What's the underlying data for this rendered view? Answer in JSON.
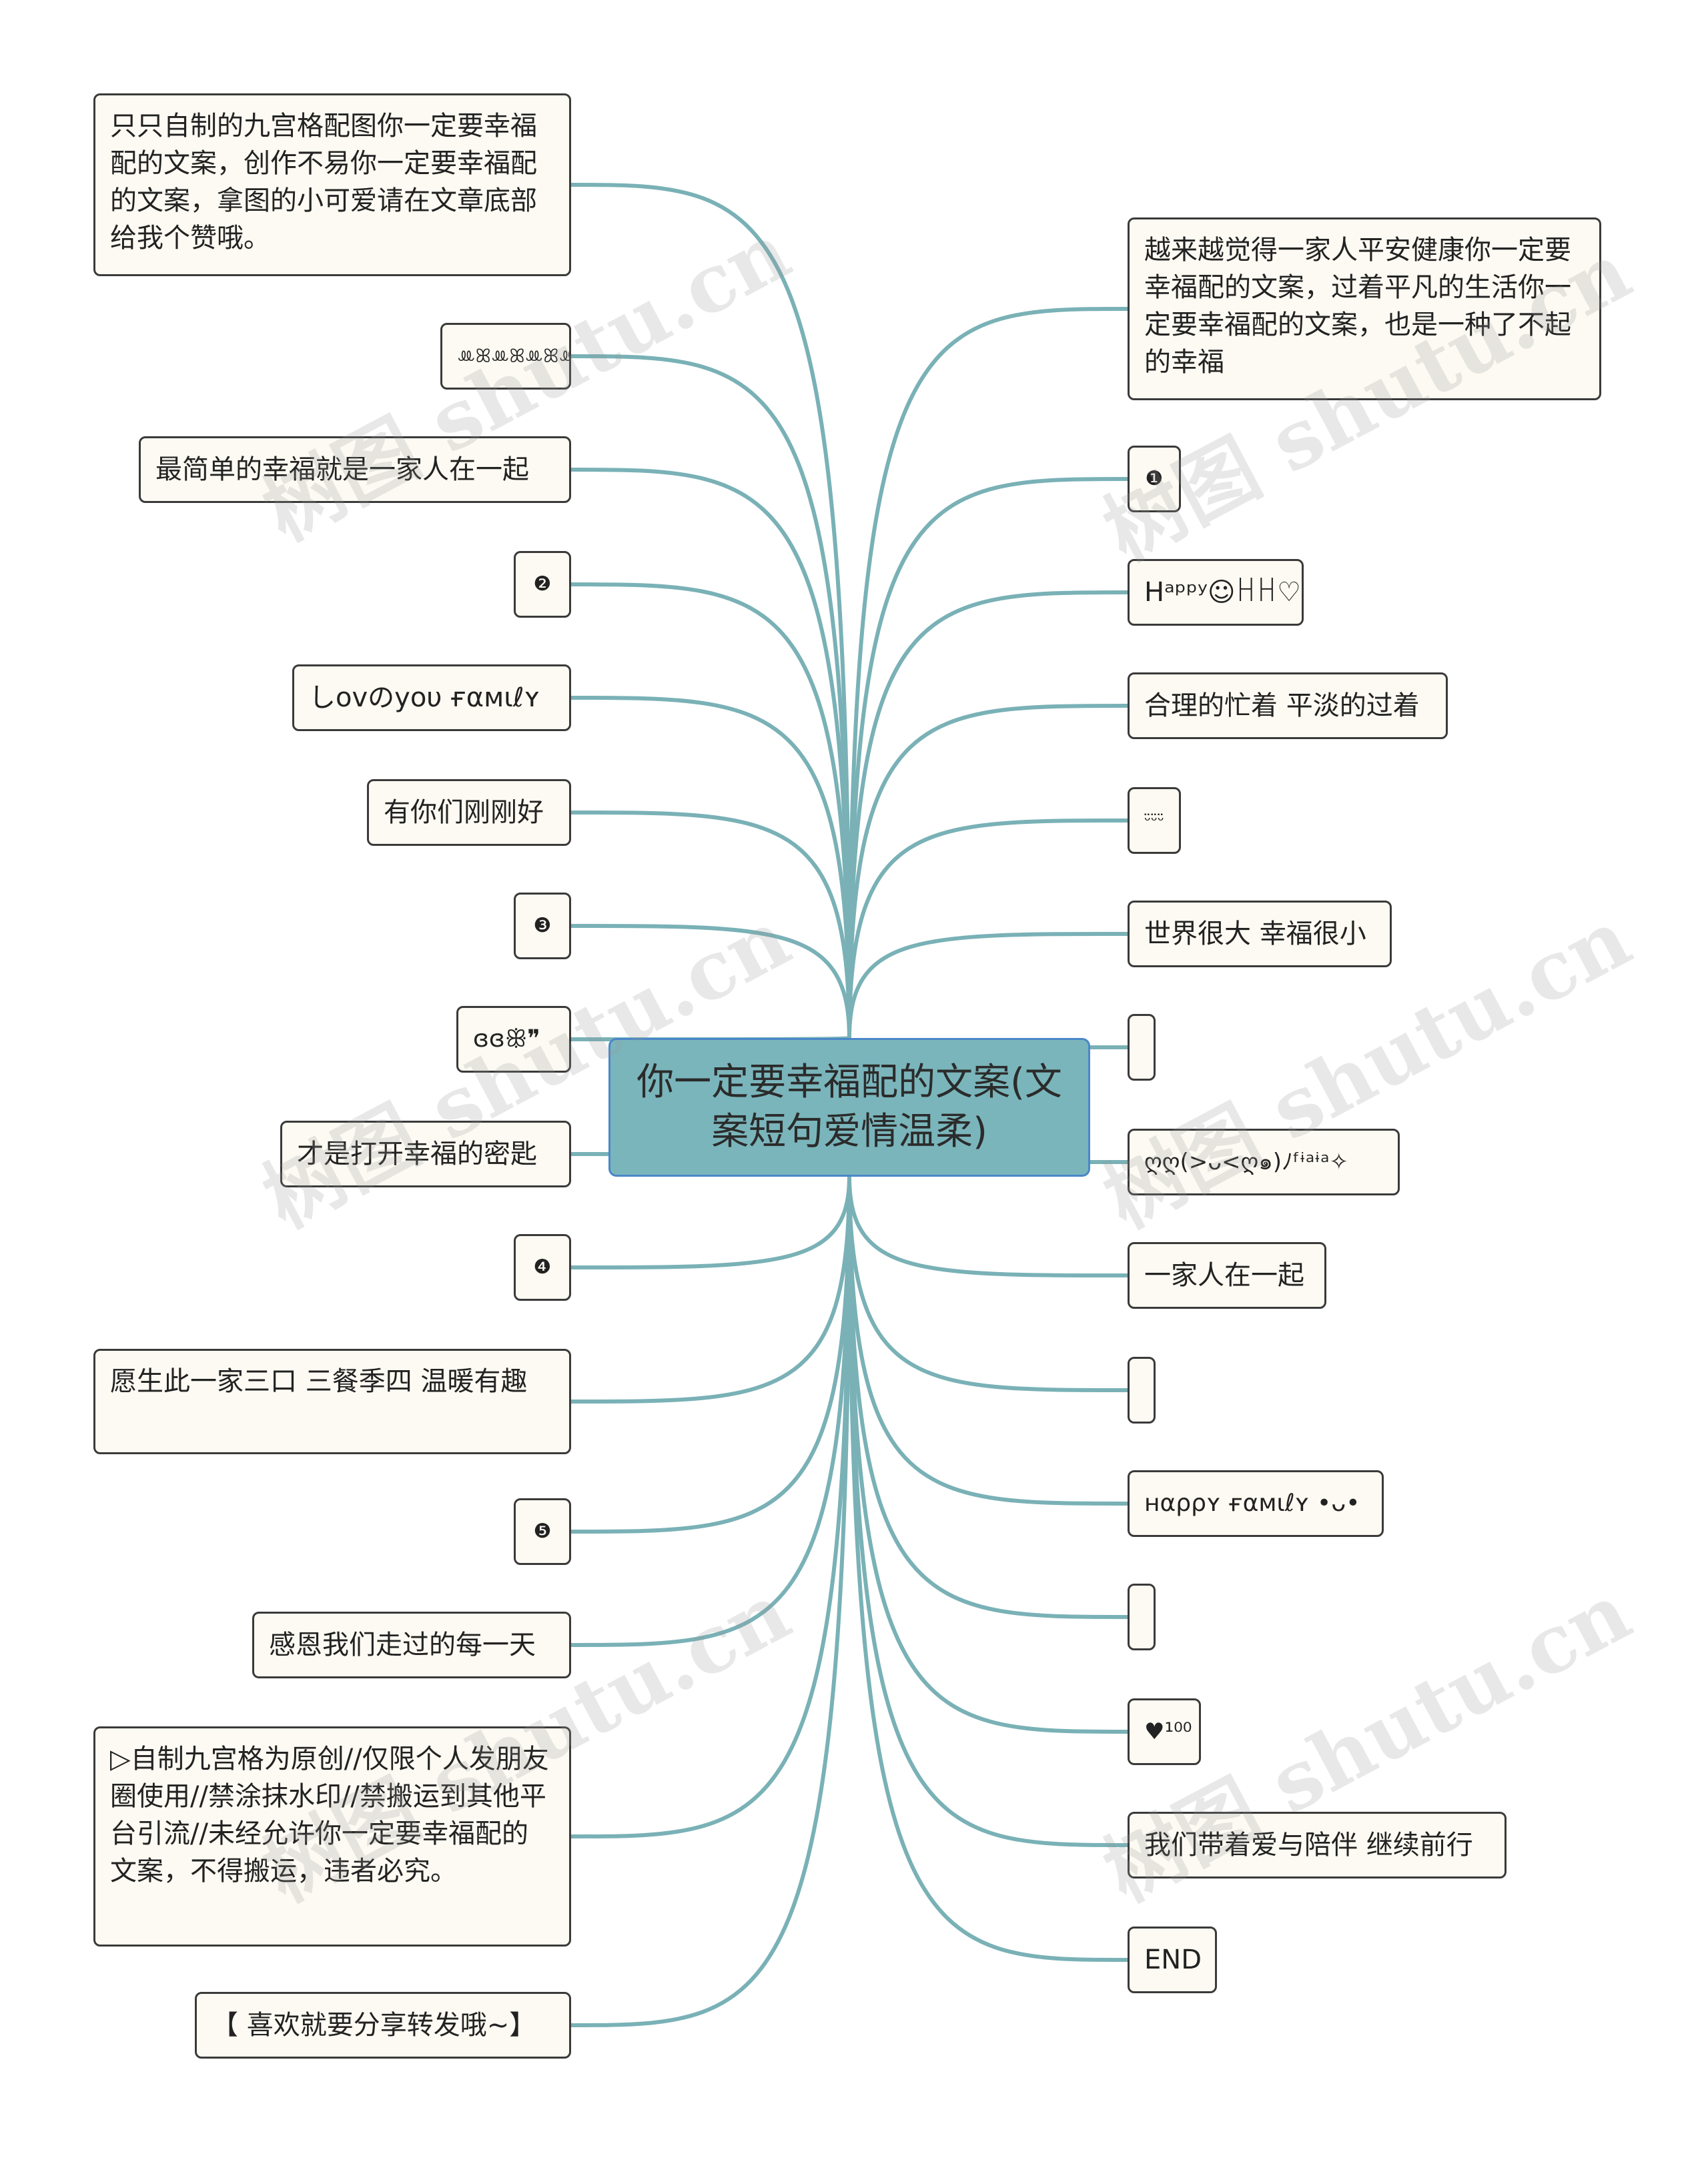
{
  "root": {
    "label": "你一定要幸福配的文案(文案短句爱情温柔)"
  },
  "left_nodes": [
    "只只自制的九宫格配图你一定要幸福配的文案，创作不易你一定要幸福配的文案，拿图的小可爱请在文章底部给我个赞哦。",
    "ꔛꕤꔛꕤꔛꕤꔛ",
    "最简单的幸福就是一家人在一起",
    "❷",
    "しovのyoυ ғαмιℓʏ",
    "有你们刚刚好",
    "❸",
    "ɞɞꕥ❞",
    "才是打开幸福的密匙",
    "❹",
    "愿生此一家三口 三餐季四 温暖有趣",
    "❺",
    "感恩我们走过的每一天",
    "▷自制九宫格为原创//仅限个人发朋友圈使用//禁涂抹水印//禁搬运到其他平台引流//未经允许你一定要幸福配的文案，不得搬运，违者必究。",
    "【 喜欢就要分享转发哦~】"
  ],
  "right_nodes": [
    "越来越觉得一家人平安健康你一定要幸福配的文案，过着平凡的生活你一定要幸福配的文案，也是一种了不起的幸福",
    "❶",
    "Hᵃᵖᵖʸ☺ꀿꀿ♡",
    "合理的忙着 平淡的过着",
    "ᵕ̈ᵕ̈ᵕ̈",
    "世界很大 幸福很小",
    "",
    "ღღ(>ᴗ<ღ๑)ﾉᶠᶤᵃᶤᵃ✧",
    "一家人在一起",
    "",
    "ʜαρρʏ ғαмιℓʏ •ᴗ•",
    "",
    "♥¹⁰⁰",
    "我们带着爱与陪伴 继续前行",
    "END"
  ],
  "watermark": "树图 shutu.cn",
  "colors": {
    "edge": "#79b1b6",
    "root_fill": "#7ab5bb",
    "root_border": "#4a87c8",
    "node_fill": "#fcfaf2"
  }
}
